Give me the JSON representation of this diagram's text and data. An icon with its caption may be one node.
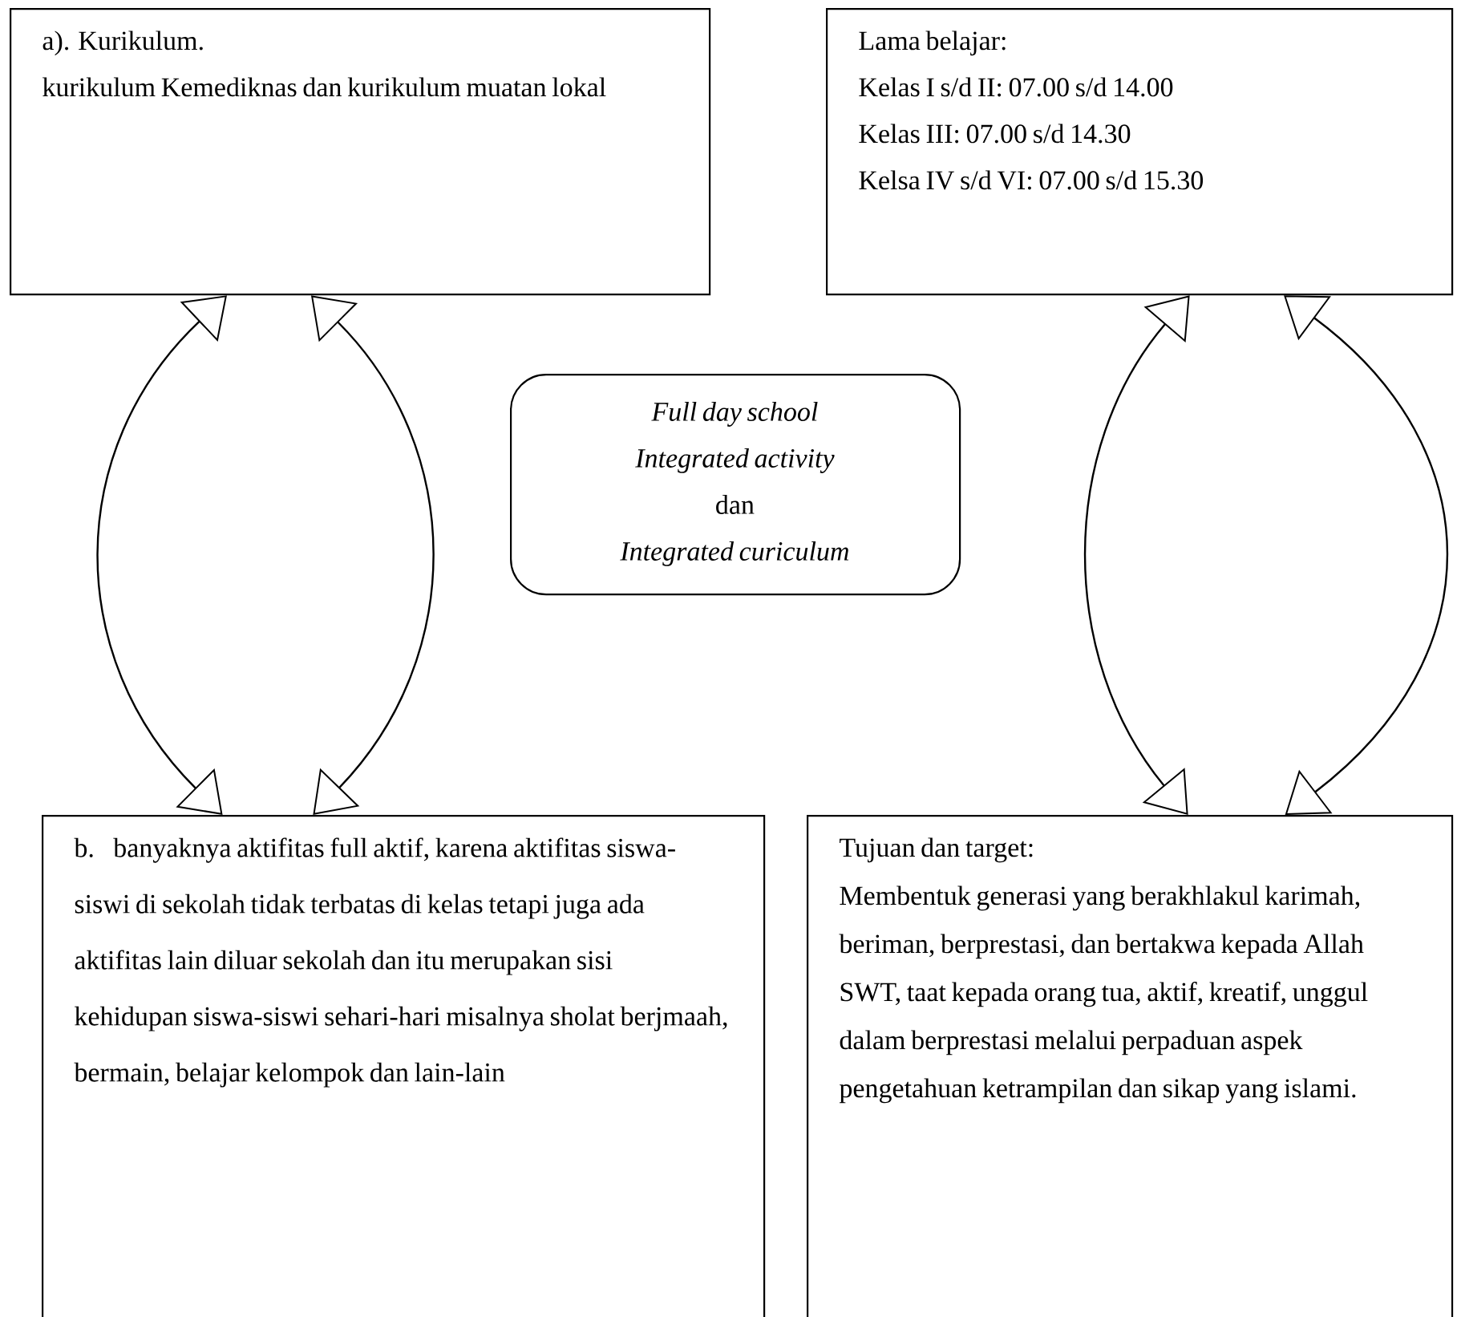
{
  "diagram": {
    "nodes": [
      {
        "text": [
          "a). Kurikulum.",
          "kurikulum Kemediknas dan kurikulum muatan lokal"
        ]
      },
      {
        "text": [
          "Lama belajar:",
          "Kelas I s/d  II: 07.00 s/d 14.00",
          "Kelas III: 07.00 s/d 14.30",
          "Kelsa IV s/d VI: 07.00 s/d 15.30"
        ]
      },
      {
        "text": [
          "Full day school",
          "Integrated activity",
          "dan",
          "Integrated curiculum"
        ]
      },
      {
        "text": [
          "b.   banyaknya aktifitas full aktif, karena aktifitas siswa-siswi di sekolah tidak terbatas di kelas tetapi juga ada aktifitas lain diluar sekolah dan itu merupakan sisi kehidupan siswa-siswi sehari-hari misalnya sholat berjmaah, bermain, belajar kelompok dan lain-lain"
        ]
      },
      {
        "text": [
          "Tujuan dan target:",
          "Membentuk generasi yang berakhlakul karimah, beriman, berprestasi, dan bertakwa kepada Allah SWT, taat kepada orang tua, aktif, kreatif, unggul dalam berprestasi melalui perpaduan aspek pengetahuan ketrampilan dan sikap yang islami."
        ]
      }
    ],
    "edges": [
      {
        "from": 3,
        "to": 0,
        "arrow": "both"
      },
      {
        "from": 0,
        "to": 3,
        "arrow": "both"
      },
      {
        "from": 4,
        "to": 1,
        "arrow": "both"
      },
      {
        "from": 1,
        "to": 4,
        "arrow": "both"
      }
    ]
  }
}
